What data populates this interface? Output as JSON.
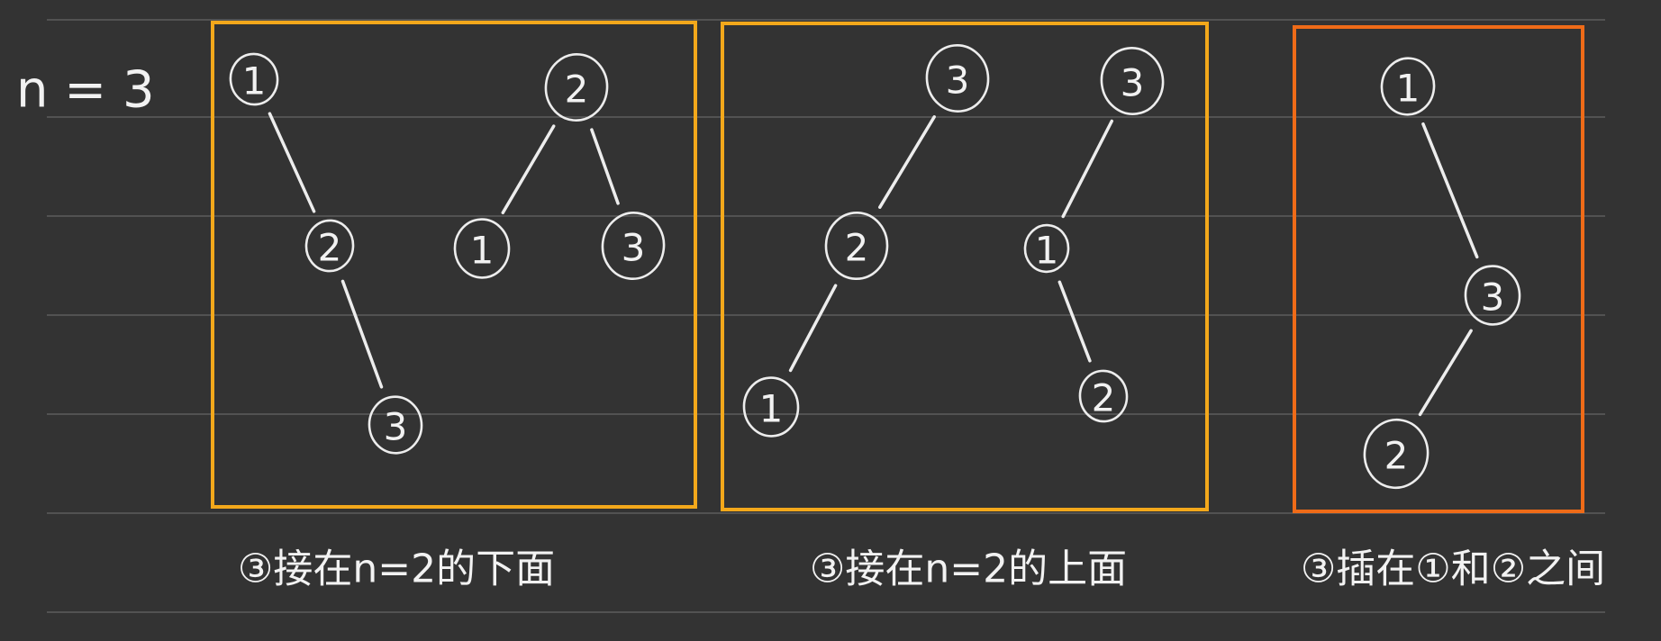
{
  "n_label": "n = 3",
  "colors": {
    "background": "#333333",
    "ruled_line": "#5c5c5c",
    "ink": "#ededed",
    "box_yellow": "#f3a81b",
    "box_orange": "#ef6b18"
  },
  "groups": [
    {
      "box_color": "#f3a81b",
      "caption": "③接在n=2的下面",
      "trees": [
        {
          "nodes": [
            {
              "id": "a",
              "label": "1"
            },
            {
              "id": "b",
              "label": "2"
            },
            {
              "id": "c",
              "label": "3"
            }
          ],
          "edges": [
            [
              "a",
              "b"
            ],
            [
              "b",
              "c"
            ]
          ]
        },
        {
          "nodes": [
            {
              "id": "d",
              "label": "2"
            },
            {
              "id": "e",
              "label": "1"
            },
            {
              "id": "f",
              "label": "3"
            }
          ],
          "edges": [
            [
              "d",
              "e"
            ],
            [
              "d",
              "f"
            ]
          ]
        }
      ]
    },
    {
      "box_color": "#f3a81b",
      "caption": "③接在n=2的上面",
      "trees": [
        {
          "nodes": [
            {
              "id": "g",
              "label": "3"
            },
            {
              "id": "h",
              "label": "2"
            },
            {
              "id": "i",
              "label": "1"
            }
          ],
          "edges": [
            [
              "g",
              "h"
            ],
            [
              "h",
              "i"
            ]
          ]
        },
        {
          "nodes": [
            {
              "id": "j",
              "label": "3"
            },
            {
              "id": "k",
              "label": "1"
            },
            {
              "id": "l",
              "label": "2"
            }
          ],
          "edges": [
            [
              "j",
              "k"
            ],
            [
              "k",
              "l"
            ]
          ]
        }
      ]
    },
    {
      "box_color": "#ef6b18",
      "caption": "③插在①和②之间",
      "trees": [
        {
          "nodes": [
            {
              "id": "m",
              "label": "1"
            },
            {
              "id": "n",
              "label": "3"
            },
            {
              "id": "o",
              "label": "2"
            }
          ],
          "edges": [
            [
              "m",
              "n"
            ],
            [
              "n",
              "o"
            ]
          ]
        }
      ]
    }
  ]
}
